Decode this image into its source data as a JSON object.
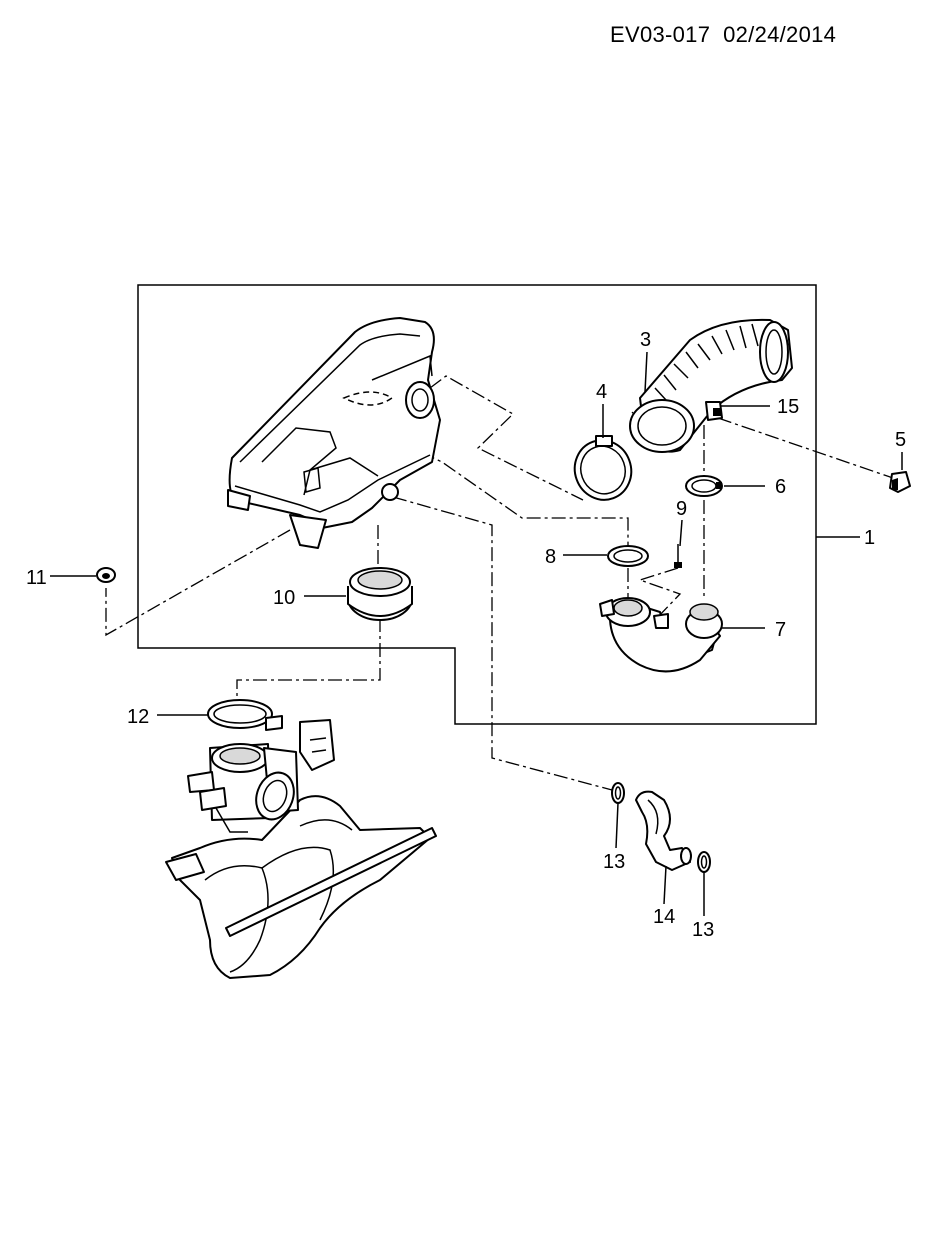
{
  "header": {
    "drawing_id": "EV03-017",
    "date": "02/24/2014"
  },
  "callouts": {
    "c1": "1",
    "c2": "3",
    "c3": "4",
    "c4": "5",
    "c5": "6",
    "c6": "7",
    "c7": "8",
    "c8": "9",
    "c9": "10",
    "c10": "11",
    "c11": "12",
    "c12": "13",
    "c13": "13",
    "c14": "14",
    "c15": "15"
  }
}
